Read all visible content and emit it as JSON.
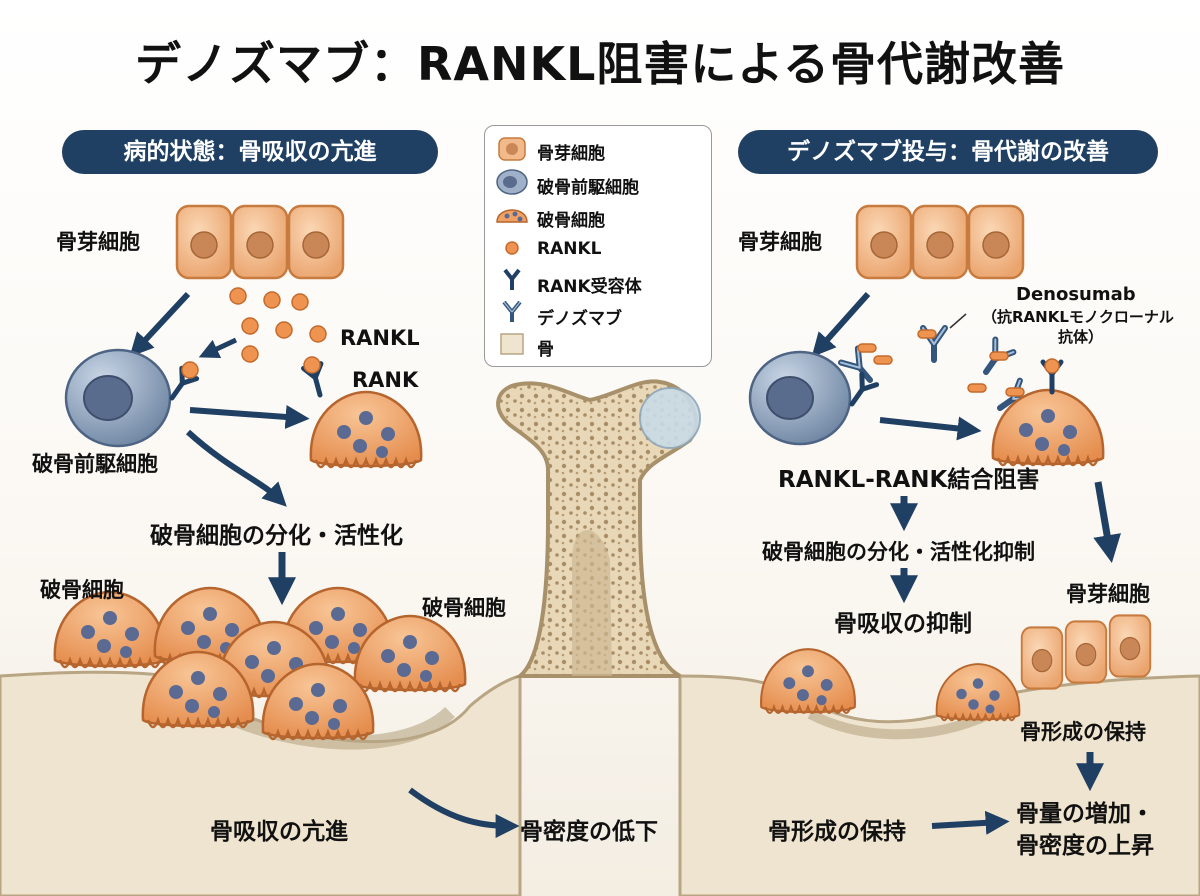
{
  "title": "デノズマブ：RANKL阻害による骨代謝改善",
  "left_panel": {
    "header": "病的状態：骨吸収の亢進",
    "osteoblast_label": "骨芽細胞",
    "rankl_label": "RANKL",
    "rank_label": "RANK",
    "precursor_label": "破骨前駆細胞",
    "differentiation_label": "破骨細胞の分化・活性化",
    "osteoclast_label_left": "破骨細胞",
    "osteoclast_label_right": "破骨細胞",
    "resorption_label": "骨吸収の亢進",
    "bmd_label": "骨密度の低下"
  },
  "legend": {
    "items": [
      {
        "label": "骨芽細胞",
        "icon": "osteoblast-icon"
      },
      {
        "label": "破骨前駆細胞",
        "icon": "osteoclast-precursor-icon"
      },
      {
        "label": "破骨細胞",
        "icon": "osteoclast-icon"
      },
      {
        "label": "RANKL",
        "icon": "rankl-dot-icon"
      },
      {
        "label": "RANK受容体",
        "icon": "rank-receptor-icon"
      },
      {
        "label": "デノズマブ",
        "icon": "denosumab-antibody-icon"
      },
      {
        "label": "骨",
        "icon": "bone-swatch-icon"
      }
    ]
  },
  "right_panel": {
    "header": "デノズマブ投与：骨代謝の改善",
    "osteoblast_label": "骨芽細胞",
    "denosumab_name": "Denosumab",
    "denosumab_desc_line1": "（抗RANKLモノクローナル",
    "denosumab_desc_line2": "抗体）",
    "binding_block_label": "RANKL-RANK結合阻害",
    "differentiation_inhibit_label": "破骨細胞の分化・活性化抑制",
    "resorption_inhibit_label": "骨吸収の抑制",
    "osteoblast_label_lower": "骨芽細胞",
    "formation_label_right": "骨形成の保持",
    "formation_label_bottom": "骨形成の保持",
    "result_line1": "骨量の増加・",
    "result_line2": "骨密度の上昇"
  },
  "colors": {
    "header_bg": "#1f3f63",
    "arrow": "#1f3f63",
    "osteoblast": "#f2b98a",
    "osteoclast": "#f0a264",
    "precursor": "#7f95b0",
    "nucleus": "#5b6a93",
    "rankl": "#ef9450",
    "bone": "#efe4cf"
  }
}
